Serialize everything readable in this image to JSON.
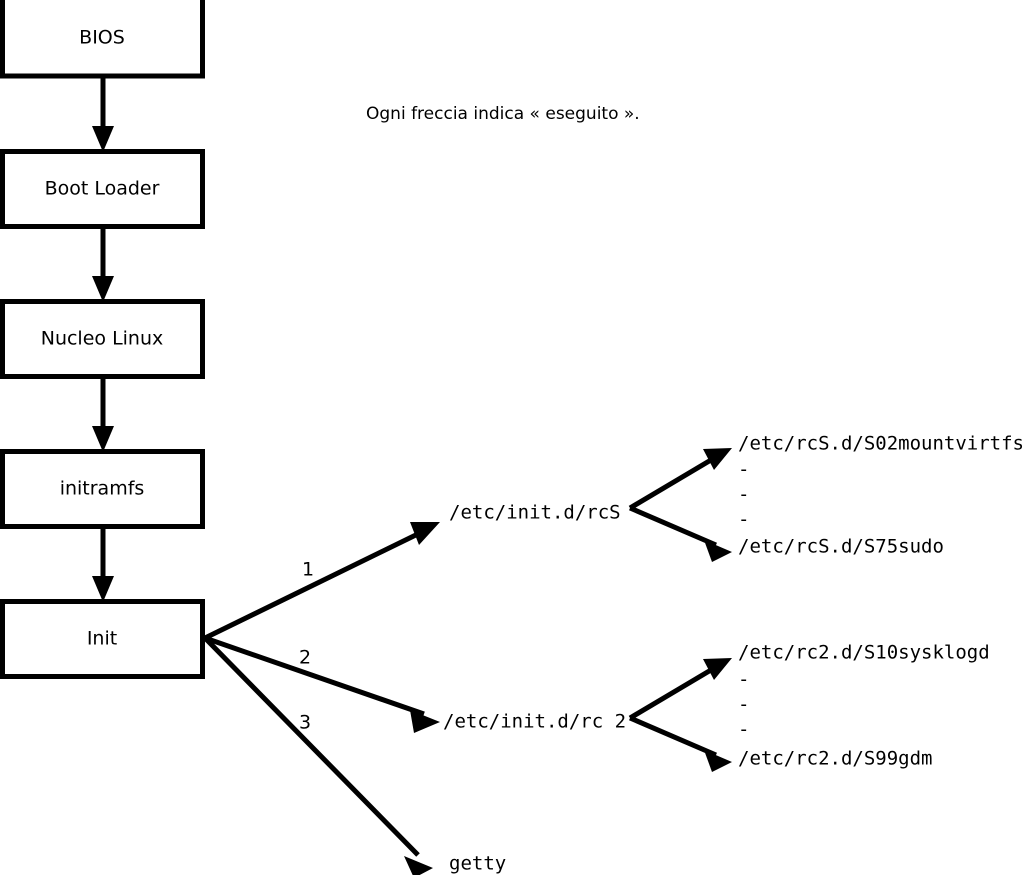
{
  "diagram": {
    "title_caption": "Ogni freccia indica « eseguito ».",
    "boxes": [
      {
        "id": "bios",
        "label": "BIOS"
      },
      {
        "id": "boot-loader",
        "label": "Boot Loader"
      },
      {
        "id": "nucleo-linux",
        "label": "Nucleo Linux"
      },
      {
        "id": "initramfs",
        "label": "initramfs"
      },
      {
        "id": "init",
        "label": "Init"
      }
    ],
    "branch_numbers": {
      "one": "1",
      "two": "2",
      "three": "3"
    },
    "script_nodes": {
      "rcs": "/etc/init.d/rcS",
      "rc2": "/etc/init.d/rc 2",
      "getty": "getty"
    },
    "rcs_children": {
      "first": "/etc/rcS.d/S02mountvirtfs",
      "last": "/etc/rcS.d/S75sudo",
      "ellipsis": [
        "-",
        "-",
        "-"
      ]
    },
    "rc2_children": {
      "first": "/etc/rc2.d/S10sysklogd",
      "last": "/etc/rc2.d/S99gdm",
      "ellipsis": [
        "-",
        "-",
        "-"
      ]
    },
    "colors": {
      "background": "#ffffff",
      "stroke": "#000000",
      "text": "#000000"
    }
  }
}
